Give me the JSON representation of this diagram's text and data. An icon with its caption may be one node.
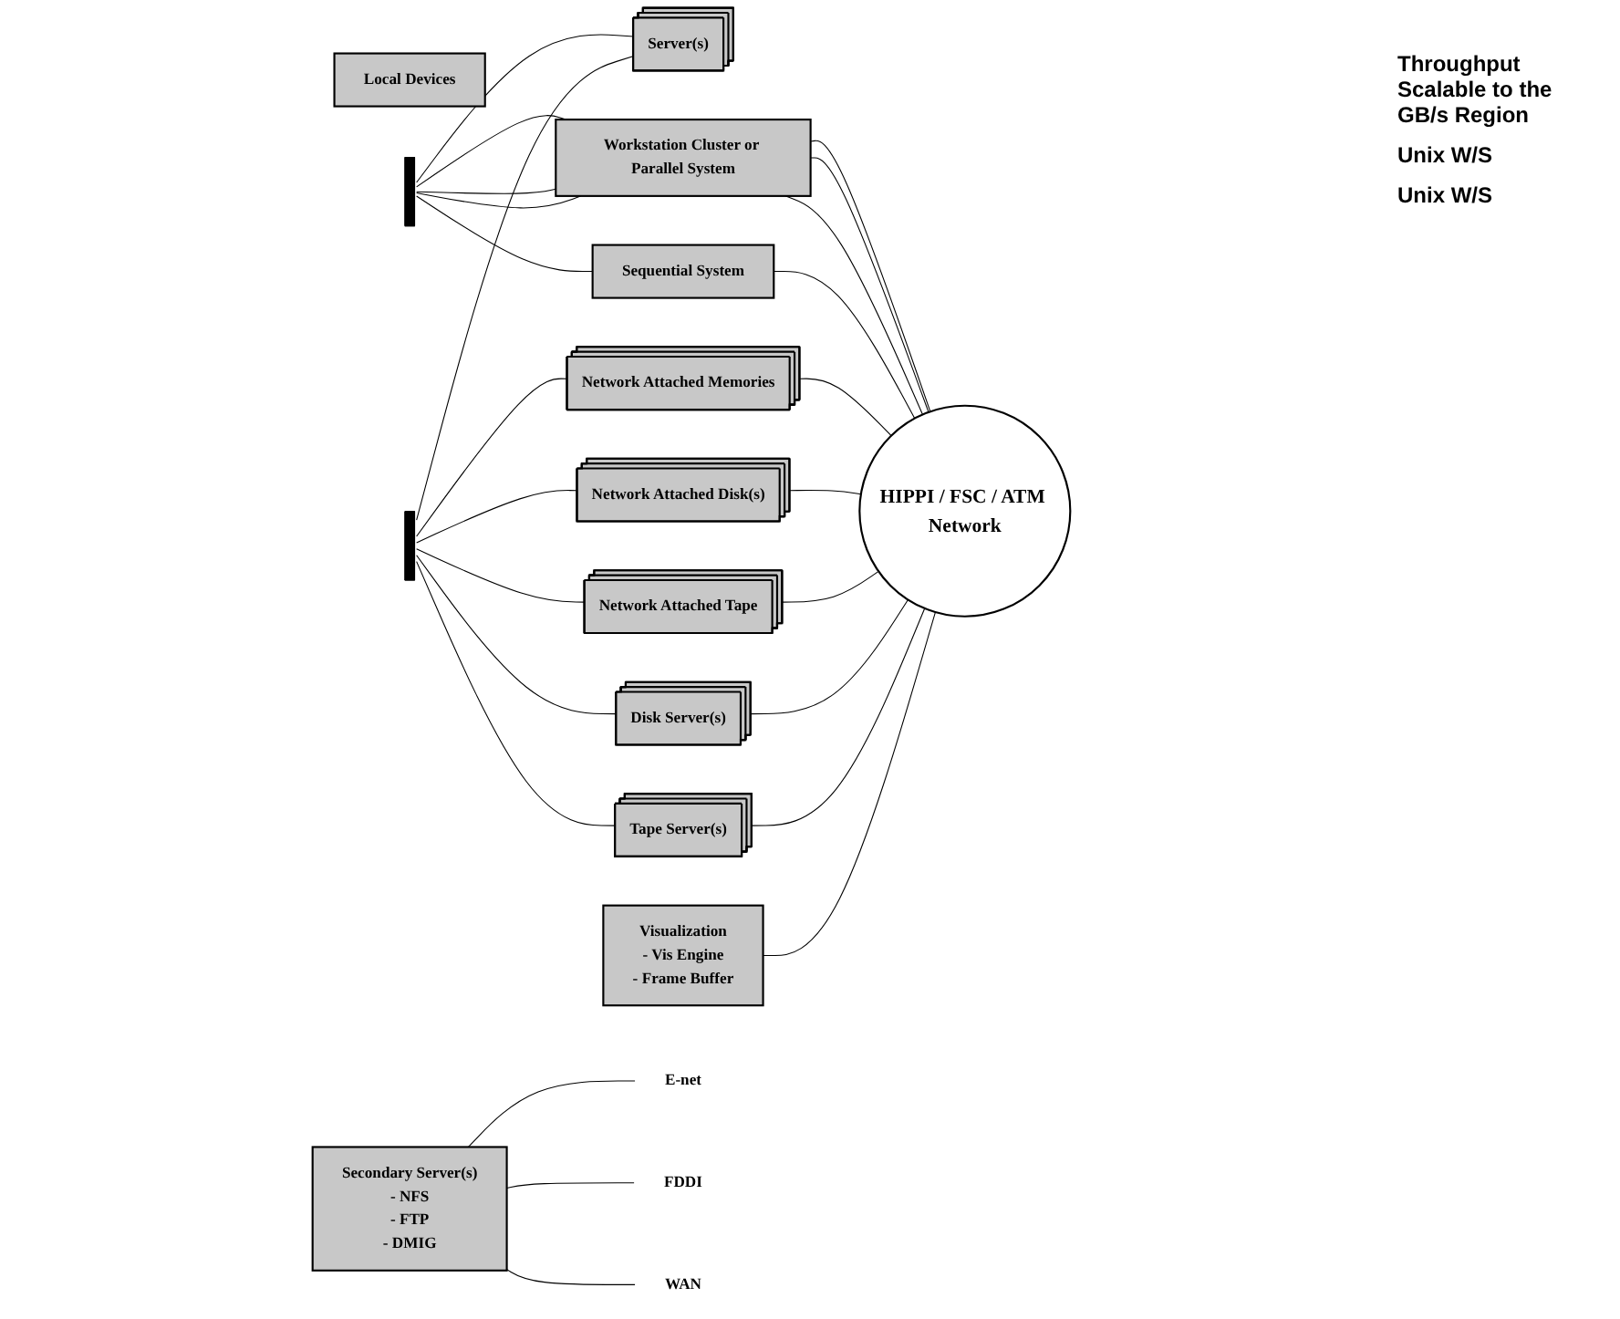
{
  "diagram": {
    "nodes": [
      {
        "text": [
          "Server(s)"
        ]
      },
      {
        "text": [
          "Workstation Cluster or Parallel System"
        ]
      },
      {
        "text": [
          "Sequential System"
        ]
      },
      {
        "text": [
          "Local Devices"
        ]
      },
      {
        "text": [
          "Network Attached Memories"
        ]
      },
      {
        "text": [
          "Network Attached Disk(s)"
        ]
      },
      {
        "text": [
          "Network Attached Tape"
        ]
      },
      {
        "text": [
          "Disk Server(s)"
        ]
      },
      {
        "text": [
          "Tape Server(s)"
        ]
      },
      {
        "text": [
          "HIPPI / FSC / ATM Network"
        ]
      },
      {
        "text": [
          "Visualization",
          "- Vis Engine",
          "- Frame Buffer"
        ]
      },
      {
        "text": [
          "Secondary Server(s)",
          "- NFS",
          "- FTP",
          "- DMIG"
        ]
      },
      {
        "text": [
          "E-net"
        ]
      },
      {
        "text": [
          "FDDI"
        ]
      },
      {
        "text": [
          "WAN"
        ]
      },
      {
        "text": [],
        "shape": "bar"
      },
      {
        "text": [],
        "shape": "bar"
      }
    ],
    "edges": [
      {
        "from": 15,
        "to": 0,
        "arrow": "none"
      },
      {
        "from": 15,
        "to": 1,
        "arrow": "none"
      },
      {
        "from": 15,
        "to": 1,
        "arrow": "none"
      },
      {
        "from": 15,
        "to": 1,
        "arrow": "none"
      },
      {
        "from": 15,
        "to": 2,
        "arrow": "none"
      },
      {
        "from": 16,
        "to": 0,
        "arrow": "none"
      },
      {
        "from": 16,
        "to": 4,
        "arrow": "none"
      },
      {
        "from": 16,
        "to": 5,
        "arrow": "none"
      },
      {
        "from": 16,
        "to": 6,
        "arrow": "none"
      },
      {
        "from": 16,
        "to": 7,
        "arrow": "none"
      },
      {
        "from": 16,
        "to": 8,
        "arrow": "none"
      },
      {
        "from": 1,
        "to": 9,
        "arrow": "none"
      },
      {
        "from": 1,
        "to": 9,
        "arrow": "none"
      },
      {
        "from": 1,
        "to": 9,
        "arrow": "none"
      },
      {
        "from": 2,
        "to": 9,
        "arrow": "none"
      },
      {
        "from": 4,
        "to": 9,
        "arrow": "none"
      },
      {
        "from": 5,
        "to": 9,
        "arrow": "none"
      },
      {
        "from": 6,
        "to": 9,
        "arrow": "none"
      },
      {
        "from": 7,
        "to": 9,
        "arrow": "none"
      },
      {
        "from": 8,
        "to": 9,
        "arrow": "none"
      },
      {
        "from": 10,
        "to": 9,
        "arrow": "none"
      },
      {
        "from": 11,
        "to": 12,
        "arrow": "none"
      },
      {
        "from": 11,
        "to": 13,
        "arrow": "none"
      },
      {
        "from": 11,
        "to": 14,
        "arrow": "none"
      }
    ],
    "labels": [
      "Throughput Scalable to the GB/s Region",
      "Unix W/S",
      "Unix W/S"
    ]
  }
}
